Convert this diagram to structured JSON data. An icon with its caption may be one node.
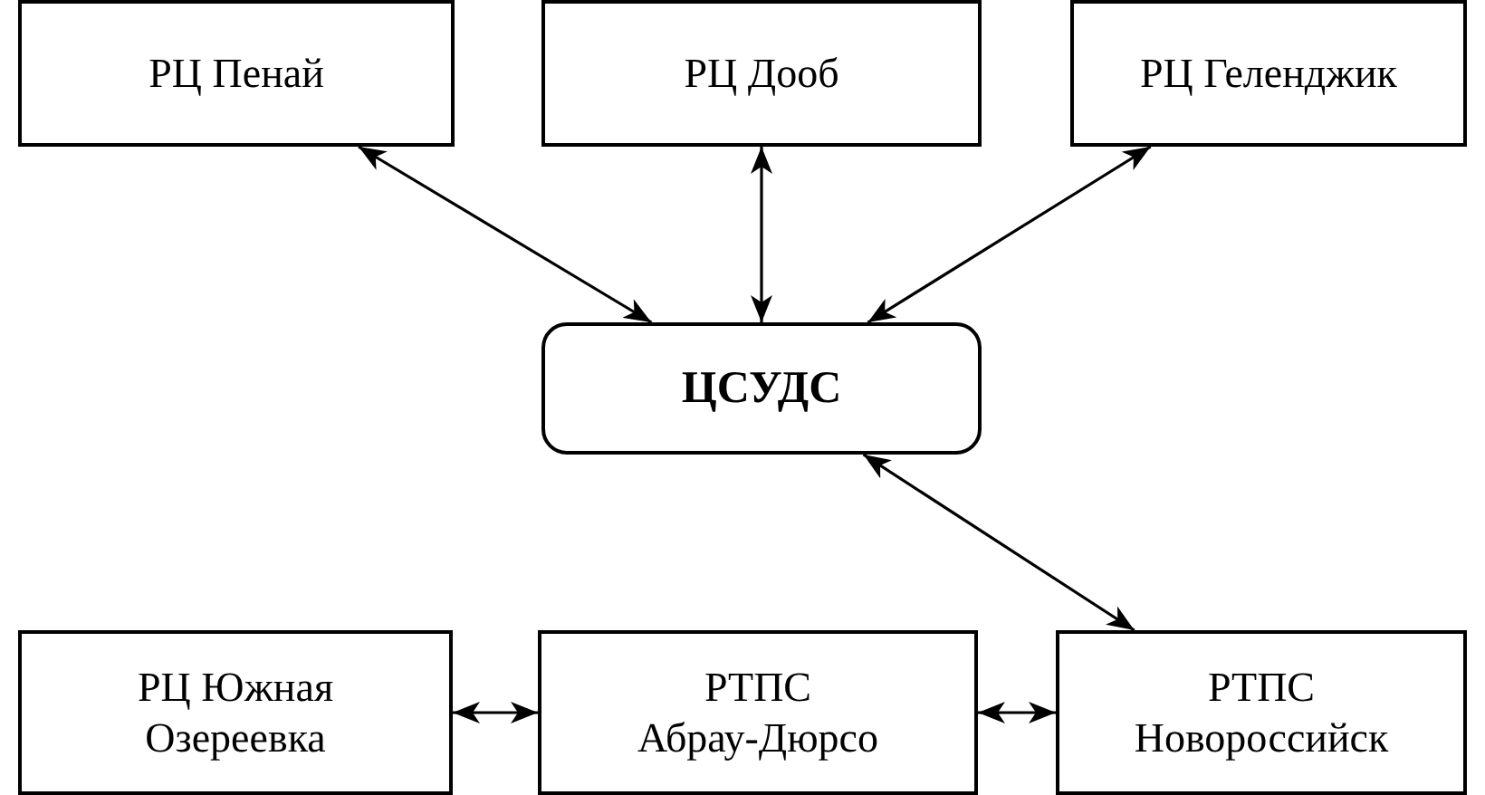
{
  "diagram": {
    "nodes": [
      {
        "text": [
          "РЦ Пенай"
        ]
      },
      {
        "text": [
          "РЦ Дооб"
        ]
      },
      {
        "text": [
          "РЦ Геленджик"
        ]
      },
      {
        "text": [
          "ЦСУДС"
        ]
      },
      {
        "text": [
          "РЦ Южная Озереевка"
        ]
      },
      {
        "text": [
          "РТПС Абрау-Дюрсо"
        ]
      },
      {
        "text": [
          "РТПС Новороссийск"
        ]
      }
    ],
    "edges": [
      {
        "from": 0,
        "to": 3,
        "arrow": "both"
      },
      {
        "from": 1,
        "to": 3,
        "arrow": "both"
      },
      {
        "from": 2,
        "to": 3,
        "arrow": "both"
      },
      {
        "from": 6,
        "to": 3,
        "arrow": "both"
      },
      {
        "from": 4,
        "to": 5,
        "arrow": "both"
      },
      {
        "from": 5,
        "to": 6,
        "arrow": "both"
      }
    ]
  }
}
